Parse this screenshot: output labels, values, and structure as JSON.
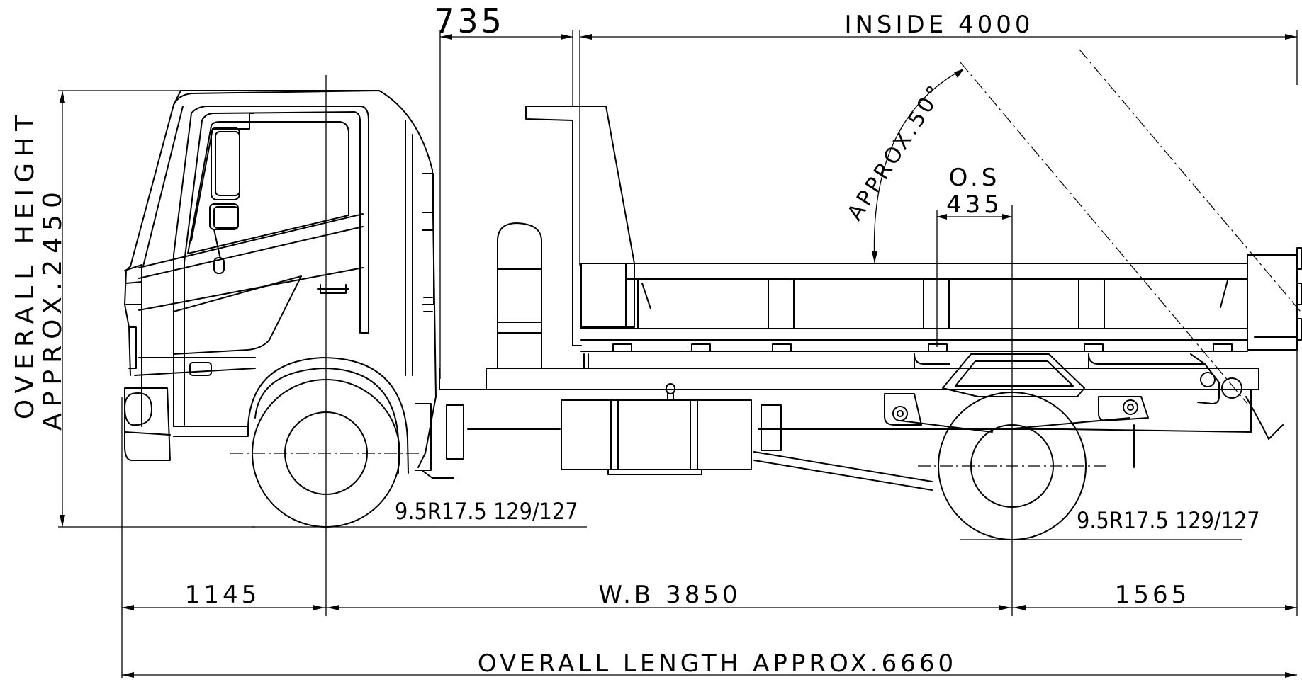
{
  "dimensions": {
    "cab_to_body": "735",
    "inside_length": "INSIDE  4000",
    "overall_height_line1": "OVERALL HEIGHT",
    "overall_height_line2": "APPROX.2450",
    "tip_angle": "APPROX.50°",
    "rear_overhang_label": "O.S",
    "rear_overhang_value": "435",
    "front_overhang": "1145",
    "wheelbase": "W.B  3850",
    "rear_overhang": "1565",
    "overall_length": "OVERALL  LENGTH  APPROX.6660"
  },
  "tires": {
    "front": "9.5R17.5  129/127",
    "rear": "9.5R17.5  129/127"
  }
}
